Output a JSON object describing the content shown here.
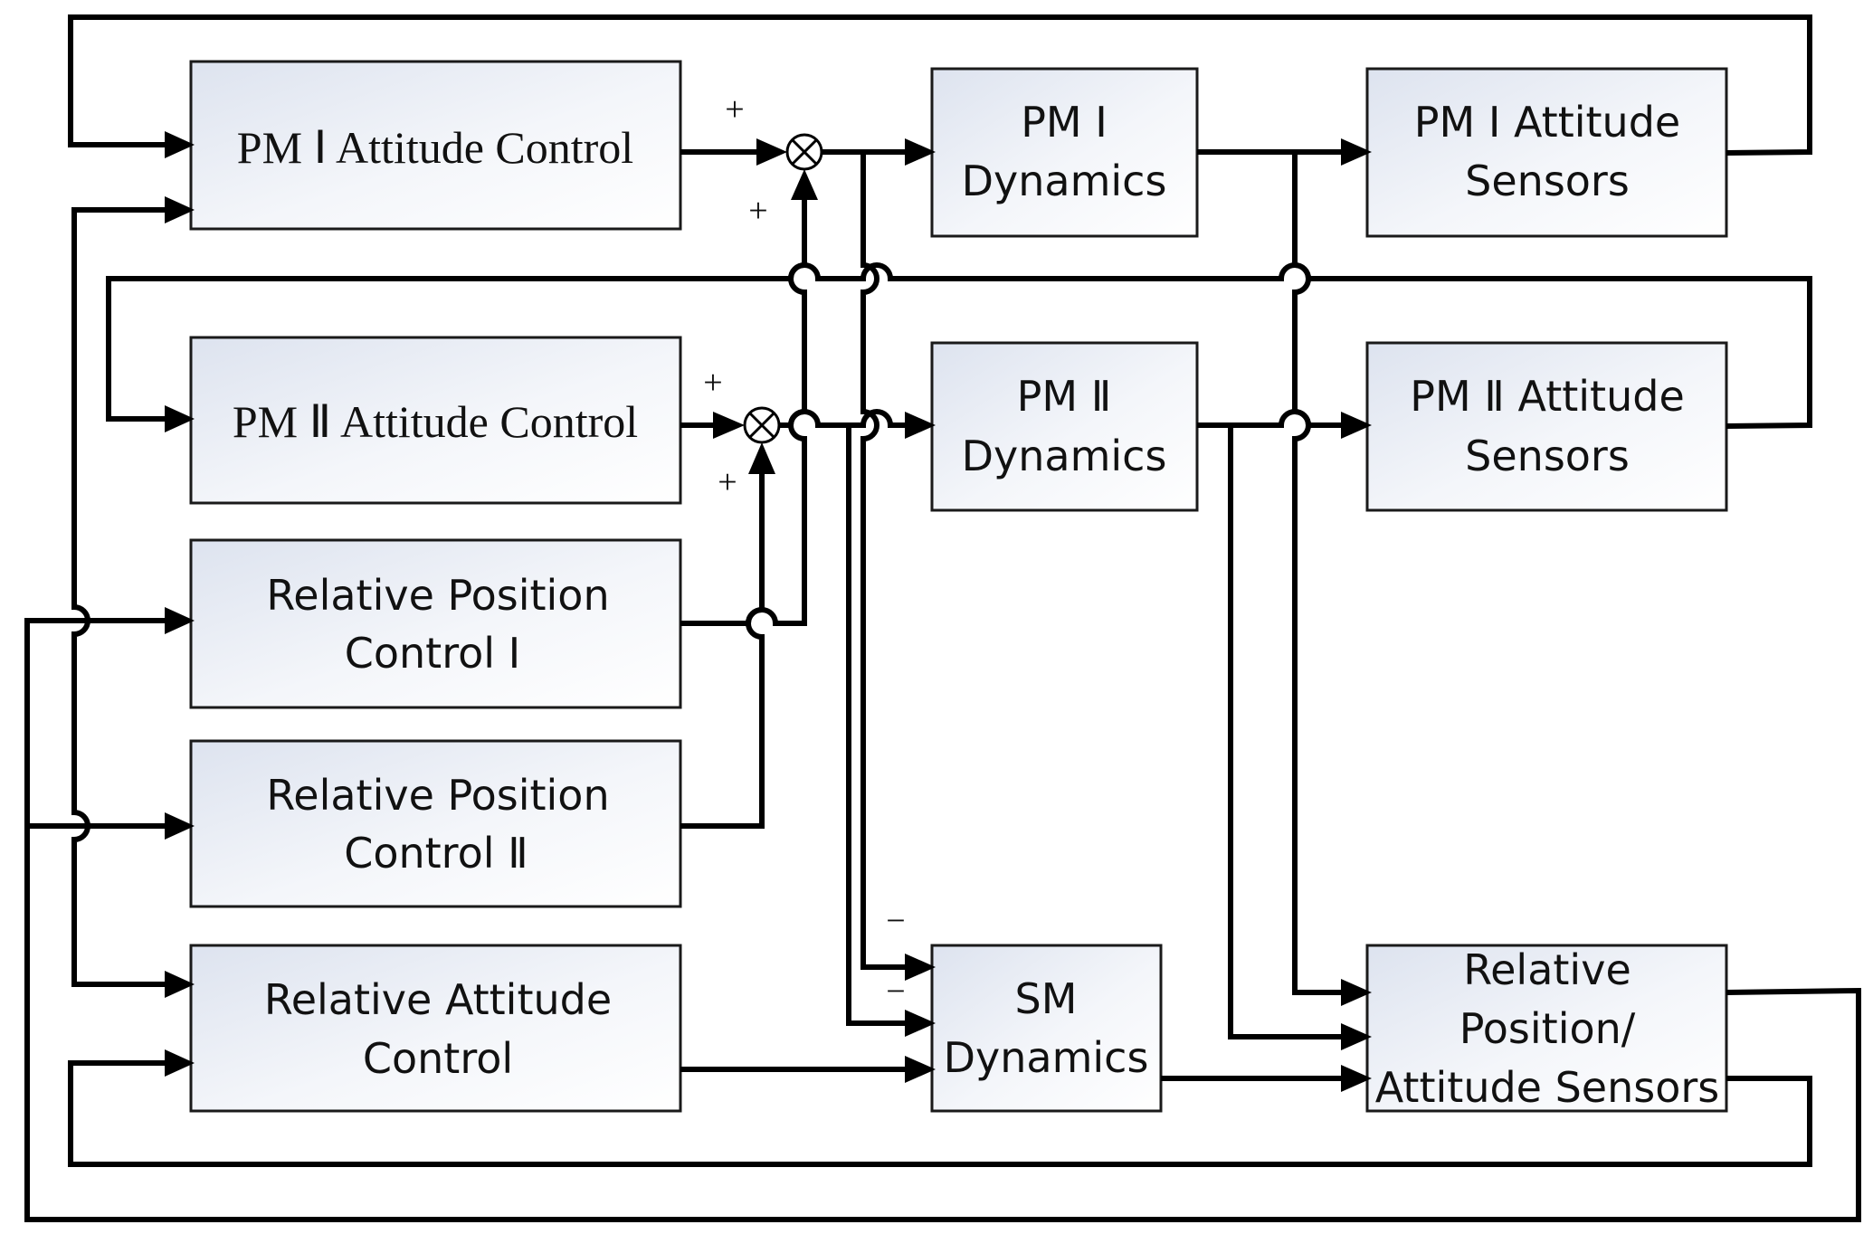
{
  "blocks": {
    "pm1_attitude_control": [
      "PM Ⅰ  Attitude Control"
    ],
    "pm2_attitude_control": [
      "PM Ⅱ  Attitude Control"
    ],
    "relative_position_control_1": [
      "Relative Position",
      "Control Ⅰ"
    ],
    "relative_position_control_2": [
      "Relative Position",
      "Control Ⅱ"
    ],
    "relative_attitude_control": [
      "Relative Attitude",
      "Control"
    ],
    "pm1_dynamics": [
      "PM Ⅰ",
      "Dynamics"
    ],
    "pm2_dynamics": [
      "PM Ⅱ",
      "Dynamics"
    ],
    "sm_dynamics": [
      "SM",
      "Dynamics"
    ],
    "pm1_attitude_sensors": [
      "PM Ⅰ Attitude",
      "Sensors"
    ],
    "pm2_attitude_sensors": [
      "PM Ⅱ Attitude",
      "Sensors"
    ],
    "relative_sensors": [
      "Relative",
      "Position/",
      "Attitude Sensors"
    ]
  },
  "signs": {
    "sum1_top": "+",
    "sum1_bottom": "+",
    "sum2_top": "+",
    "sum2_bottom": "+",
    "sm_in1": "−",
    "sm_in2": "−"
  }
}
